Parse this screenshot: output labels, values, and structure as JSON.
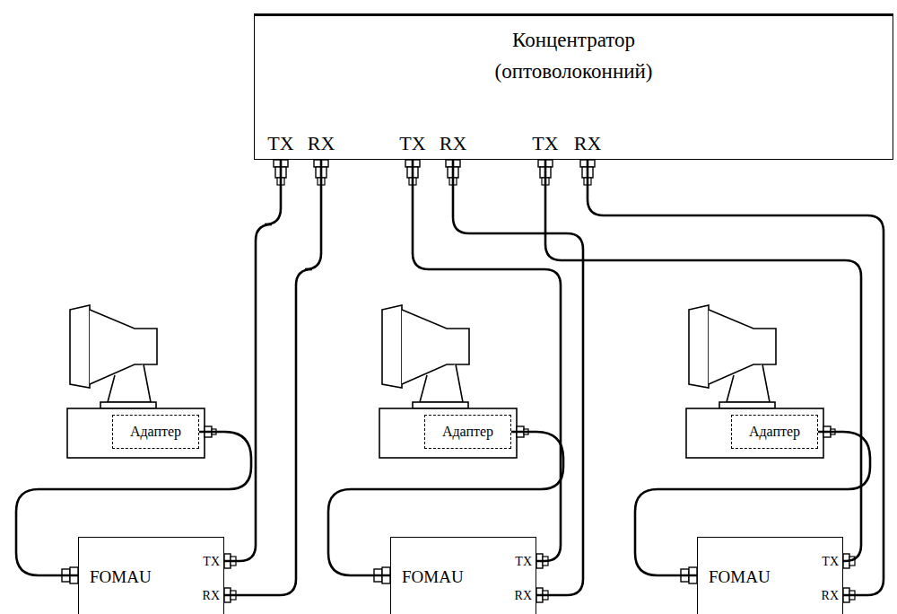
{
  "diagram": {
    "nodes": [
      {
        "text": [
          "Концентратор (оптоволоконний)"
        ]
      },
      {
        "text": [
          "Адаптер"
        ]
      },
      {
        "text": [
          "FOMAU",
          "TX",
          "RX"
        ]
      },
      {
        "text": [
          "Адаптер"
        ]
      },
      {
        "text": [
          "FOMAU",
          "TX",
          "RX"
        ]
      },
      {
        "text": [
          "Адаптер"
        ]
      },
      {
        "text": [
          "FOMAU",
          "TX",
          "RX"
        ]
      }
    ],
    "edges": [
      {
        "from": 0,
        "to": 2,
        "arrow": "none"
      },
      {
        "from": 0,
        "to": 2,
        "arrow": "none"
      },
      {
        "from": 0,
        "to": 4,
        "arrow": "none"
      },
      {
        "from": 0,
        "to": 4,
        "arrow": "none"
      },
      {
        "from": 0,
        "to": 6,
        "arrow": "none"
      },
      {
        "from": 0,
        "to": 6,
        "arrow": "none"
      },
      {
        "from": 1,
        "to": 2,
        "arrow": "none"
      },
      {
        "from": 3,
        "to": 4,
        "arrow": "none"
      },
      {
        "from": 5,
        "to": 6,
        "arrow": "none"
      }
    ],
    "labels": [
      "TX",
      "RX",
      "TX",
      "RX",
      "TX",
      "RX"
    ]
  }
}
